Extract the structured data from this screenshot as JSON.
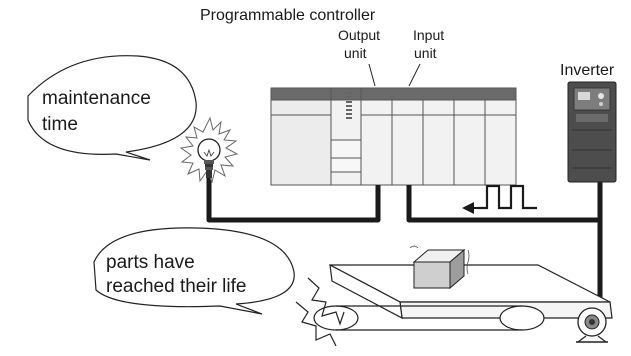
{
  "labels": {
    "plc_title": "Programmable controller",
    "output_unit": [
      "Output",
      "unit"
    ],
    "input_unit": [
      "Input",
      "unit"
    ],
    "inverter": "Inverter"
  },
  "callouts": {
    "maintenance": [
      "maintenance",
      "time"
    ],
    "parts": [
      "parts have",
      "reached their life"
    ]
  },
  "icons": [
    "lamp-icon",
    "pulse-signal-icon",
    "inverter-icon",
    "conveyor-icon",
    "box-icon",
    "motor-icon"
  ]
}
